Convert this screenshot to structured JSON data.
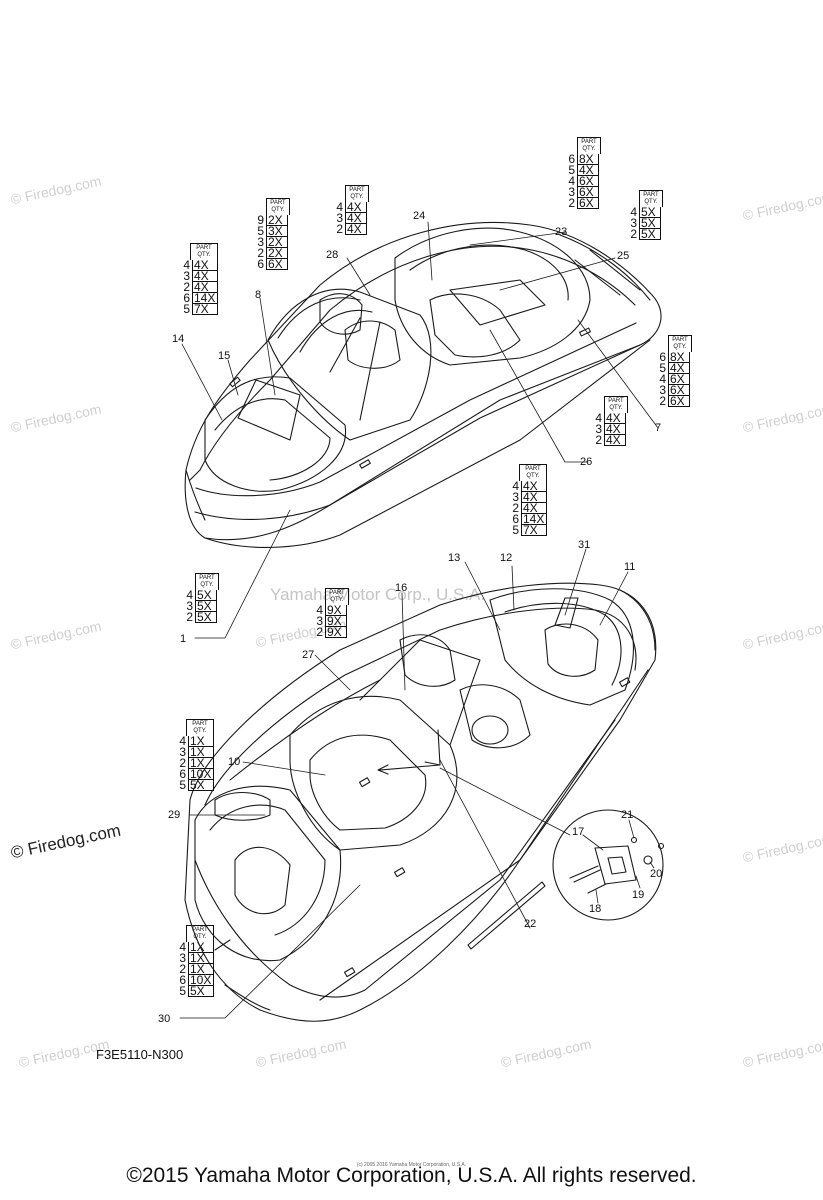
{
  "watermark": "© Firedog.com",
  "center_watermark": "Yamaha Motor Corp., U.S.A.",
  "diagram_code": "F3E5110-N300",
  "copyright": "©2015 Yamaha Motor Corporation, U.S.A. All rights reserved.",
  "tiny_notice": "(c) 2005 2016 Yamaha Motor Corporation, U.S.A.",
  "qty_header": [
    "PART",
    "QTY."
  ],
  "callouts": [
    "24",
    "23",
    "25",
    "28",
    "8",
    "14",
    "15",
    "7",
    "26",
    "1",
    "13",
    "12",
    "31",
    "16",
    "11",
    "27",
    "10",
    "29",
    "17",
    "21",
    "20",
    "19",
    "18",
    "22",
    "30"
  ],
  "tables": [
    {
      "id": "t-upper-8",
      "rows": [
        [
          "9",
          "2X"
        ],
        [
          "5",
          "3X"
        ],
        [
          "3",
          "2X"
        ],
        [
          "2",
          "2X"
        ],
        [
          "6",
          "6X"
        ]
      ]
    },
    {
      "id": "t-upper-28",
      "rows": [
        [
          "4",
          "4X"
        ],
        [
          "3",
          "4X"
        ],
        [
          "2",
          "4X"
        ]
      ]
    },
    {
      "id": "t-upper-23",
      "rows": [
        [
          "6",
          "8X"
        ],
        [
          "5",
          "4X"
        ],
        [
          "4",
          "6X"
        ],
        [
          "3",
          "6X"
        ],
        [
          "2",
          "6X"
        ]
      ]
    },
    {
      "id": "t-upper-25",
      "rows": [
        [
          "4",
          "5X"
        ],
        [
          "3",
          "5X"
        ],
        [
          "2",
          "5X"
        ]
      ]
    },
    {
      "id": "t-upper-14",
      "rows": [
        [
          "4",
          "4X"
        ],
        [
          "3",
          "4X"
        ],
        [
          "2",
          "4X"
        ],
        [
          "6",
          "14X"
        ],
        [
          "5",
          "7X"
        ]
      ]
    },
    {
      "id": "t-upper-7",
      "rows": [
        [
          "6",
          "8X"
        ],
        [
          "5",
          "4X"
        ],
        [
          "4",
          "6X"
        ],
        [
          "3",
          "6X"
        ],
        [
          "2",
          "6X"
        ]
      ]
    },
    {
      "id": "t-upper-26",
      "rows": [
        [
          "4",
          "4X"
        ],
        [
          "3",
          "4X"
        ],
        [
          "2",
          "4X"
        ]
      ]
    },
    {
      "id": "t-lower-12",
      "rows": [
        [
          "4",
          "4X"
        ],
        [
          "3",
          "4X"
        ],
        [
          "2",
          "4X"
        ],
        [
          "6",
          "14X"
        ],
        [
          "5",
          "7X"
        ]
      ]
    },
    {
      "id": "t-lower-1",
      "rows": [
        [
          "4",
          "5X"
        ],
        [
          "3",
          "5X"
        ],
        [
          "2",
          "5X"
        ]
      ]
    },
    {
      "id": "t-lower-27",
      "rows": [
        [
          "4",
          "9X"
        ],
        [
          "3",
          "9X"
        ],
        [
          "2",
          "9X"
        ]
      ]
    },
    {
      "id": "t-lower-29",
      "rows": [
        [
          "4",
          "1X"
        ],
        [
          "3",
          "1X"
        ],
        [
          "2",
          "1X"
        ],
        [
          "6",
          "10X"
        ],
        [
          "5",
          "5X"
        ]
      ]
    },
    {
      "id": "t-lower-30",
      "rows": [
        [
          "4",
          "1X"
        ],
        [
          "3",
          "1X"
        ],
        [
          "2",
          "1X"
        ],
        [
          "6",
          "10X"
        ],
        [
          "5",
          "5X"
        ]
      ]
    }
  ]
}
